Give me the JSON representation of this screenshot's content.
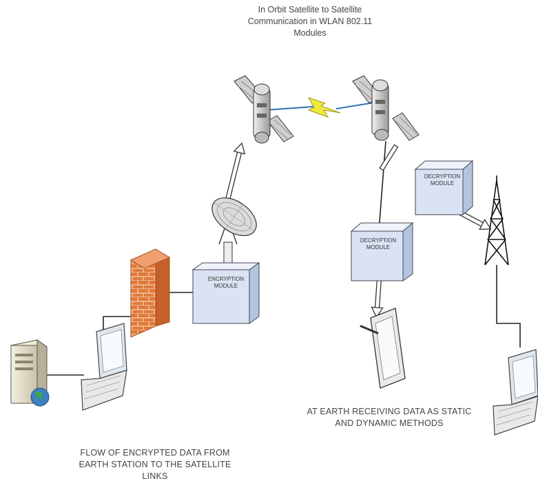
{
  "captions": {
    "top_line1": "In Orbit Satellite to Satellite",
    "top_line2": "Communication in WLAN 802.11",
    "top_line3": "Modules",
    "right_line1": "AT EARTH RECEIVING DATA AS STATIC",
    "right_line2": "AND DYNAMIC  METHODS",
    "left_line1": "FLOW OF ENCRYPTED DATA FROM",
    "left_line2": "EARTH  STATION TO THE SATELLITE",
    "left_line3": "LINKS"
  },
  "modules": {
    "encryption_line1": "ENCRYPTION",
    "encryption_line2": "MODULE",
    "decryption_left_line1": "DECRYPTION",
    "decryption_left_line2": "MODULE",
    "decryption_right_line1": "DECRYPTION",
    "decryption_right_line2": "MODULE"
  },
  "colors": {
    "box_face": "#d9e3f3",
    "box_side": "#b4c4df",
    "box_top": "#eef2fa",
    "firewall": "#e07a3a",
    "lightning": "#f2ea3a",
    "link": "#2f6fb0",
    "line": "#222222"
  }
}
